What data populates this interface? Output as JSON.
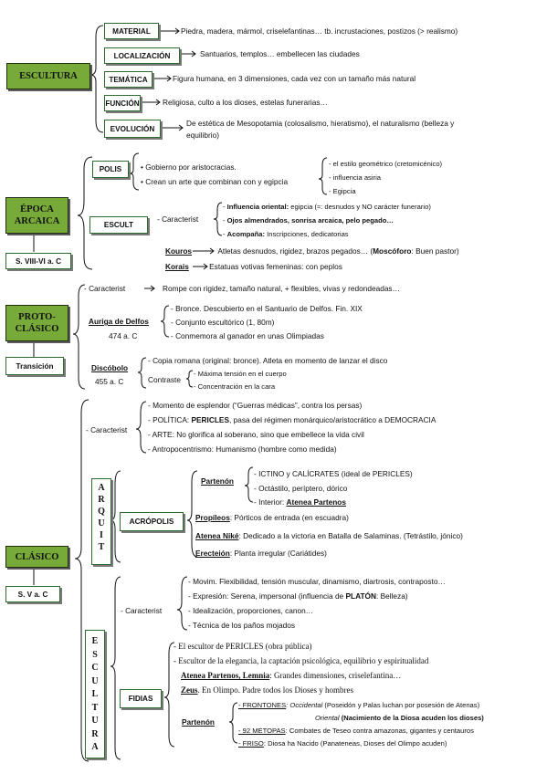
{
  "escultura": {
    "title": "ESCULTURA",
    "items": [
      {
        "label": "MATERIAL",
        "text": "Piedra, madera, mármol, criselefantinas… tb. incrustaciones, postizos (> realismo)"
      },
      {
        "label": "LOCALIZACIÓN",
        "text": "Santuarios, templos… embellecen las ciudades"
      },
      {
        "label": "TEMÁTICA",
        "text": "Figura humana, en 3 dimensiones, cada vez con un tamaño más natural"
      },
      {
        "label": "FUNCIÓN",
        "text": "Religiosa, culto a los dioses, estelas funerarias…"
      },
      {
        "label": "EVOLUCIÓN",
        "text_line1": "De estética de Mesopotamia (colosalismo, hieratismo), el naturalismo (belleza y",
        "text_line2": "equilibrio)"
      }
    ]
  },
  "arcaica": {
    "title_line1": "ÉPOCA",
    "title_line2": "ARCAICA",
    "date": "S. VIII-VI a. C",
    "polis": {
      "label": "POLIS",
      "bullet1": "Gobierno por aristocracias.",
      "bullet2": "Crean un arte que combinan con y egipcia",
      "sub": [
        "el estilo geométrico (cretomicénico)",
        "influencia asiria",
        "Egipcia"
      ]
    },
    "escult": {
      "label": "ESCULT",
      "caract": "- Caracterist",
      "items": [
        {
          "bold": "Influencia oriental:",
          "text": " egipcia (≈: desnudos y NO carácter funerario)"
        },
        {
          "bold": "Ojos almendrados, sonrisa arcaica, pelo pegado…",
          "text": ""
        },
        {
          "bold": "Acompaña:",
          "text": " Inscripciones, dedicatorias"
        }
      ],
      "kouros_label": "Kouros",
      "kouros_text": "Atletas desnudos, rigidez, brazos pegados… (",
      "kouros_bold": "Moscóforo",
      "kouros_end": ": Buen pastor)",
      "korais_label": "Korais",
      "korais_text": "Estatuas votivas femeninas: con peplos"
    }
  },
  "proto": {
    "title_line1": "PROTO-",
    "title_line2": "CLÁSICO",
    "transicion": "Transición",
    "caract": "- Caracterist",
    "caract_text": "Rompe con rigidez, tamaño natural, + flexibles, vivas y redondeadas…",
    "auriga": {
      "label": "Auriga de Delfos",
      "date": "474 a. C",
      "items": [
        "- Bronce. Descubierto en el Santuario de Delfos. Fin. XIX",
        "- Conjunto escultórico (1, 80m)",
        "- Conmemora al ganador en unas Olimpiadas"
      ]
    },
    "discobolo": {
      "label": "Discóbolo",
      "date": "455 a. C",
      "line1": "- Copia romana (original: bronce).  Atleta en momento de lanzar el disco",
      "contraste": "Contraste",
      "sub": [
        "- Máxima tensión en el cuerpo",
        "- Concentración en la cara"
      ]
    }
  },
  "clasico": {
    "title": "CLÁSICO",
    "date": "S. V a. C",
    "caract": "- Caracterist",
    "caract_items": [
      {
        "text": "- Momento de esplendor (“Guerras médicas”, contra los persas)"
      },
      {
        "pre": "- POLÍTICA: ",
        "bold": "PERICLES",
        "text": ", pasa del régimen monárquico/aristocrático a DEMOCRACIA"
      },
      {
        "text": "- ARTE: No glorifica al soberano, sino que embellece la vida civil"
      },
      {
        "text": "- Antropocentrismo: Humanismo (hombre como medida)"
      }
    ],
    "arquit": {
      "letters": [
        "A",
        "R",
        "Q",
        "U",
        "I",
        "T"
      ],
      "acropolis": "ACRÓPOLIS",
      "partenon_label": "Partenón",
      "partenon_items": [
        "- ICTINO y CALÍCRATES (ideal de PERICLES)",
        "- Octástilo, períptero, dórico"
      ],
      "interior_pre": "- Interior: ",
      "interior_bold": "Atenea Partenos",
      "propileos_label": "Propíleos",
      "propileos_text": ": Pórticos de entrada (en escuadra)",
      "nike_label": "Atenea Niké",
      "nike_text": ": Dedicado a la victoria en Batalla de Salaminas. (Tetrástilo, jónico)",
      "erecteion_label": "Erecteión",
      "erecteion_text": ": Planta irregular (Cariátides)"
    },
    "escultura": {
      "letters": [
        "E",
        "S",
        "C",
        "U",
        "L",
        "T",
        "U",
        "R",
        "A"
      ],
      "caract": "- Caracterist",
      "caract_items": [
        "- Movim. Flexibilidad, tensión muscular, dinamismo, diartrosis, contraposto…",
        "- Expresión: Serena, impersonal (influencia de ",
        "- Idealización, proporciones, canon…",
        "- Técnica de los paños mojados"
      ],
      "platon": "PLATÓN",
      "platon_end": ": Belleza)",
      "fidias": "FIDIAS",
      "fidias_items": [
        "- El escultor de PERICLES (obra pública)",
        "- Escultor de la elegancia, la captación psicológica, equilibrio y espiritualidad"
      ],
      "atenea_bold": "Atenea Partenos, Lemnia",
      "atenea_text": ": Grandes dimensiones, criselefantina…",
      "zeus_bold": "Zeus",
      "zeus_text": ". En Olimpo.  Padre todos los Dioses y hombres",
      "partenon_label": "Partenón",
      "frontones_label": "- FRONTONES",
      "frontones_occ": ": Occidental",
      "frontones_occ_text": " (Poseidón y Palas luchan por posesión de Atenas)",
      "frontones_or": "Oriental",
      "frontones_or_text": " (Nacimiento de la Diosa acuden los dioses)",
      "metopas_label": "- 92 METOPAS",
      "metopas_text": ": Combates de Teseo contra amazonas, gigantes y centauros",
      "friso_label": "- FRISO",
      "friso_text": ": Diosa ha Nacido (Panateneas, Dioses del Olimpo acuden)"
    }
  }
}
